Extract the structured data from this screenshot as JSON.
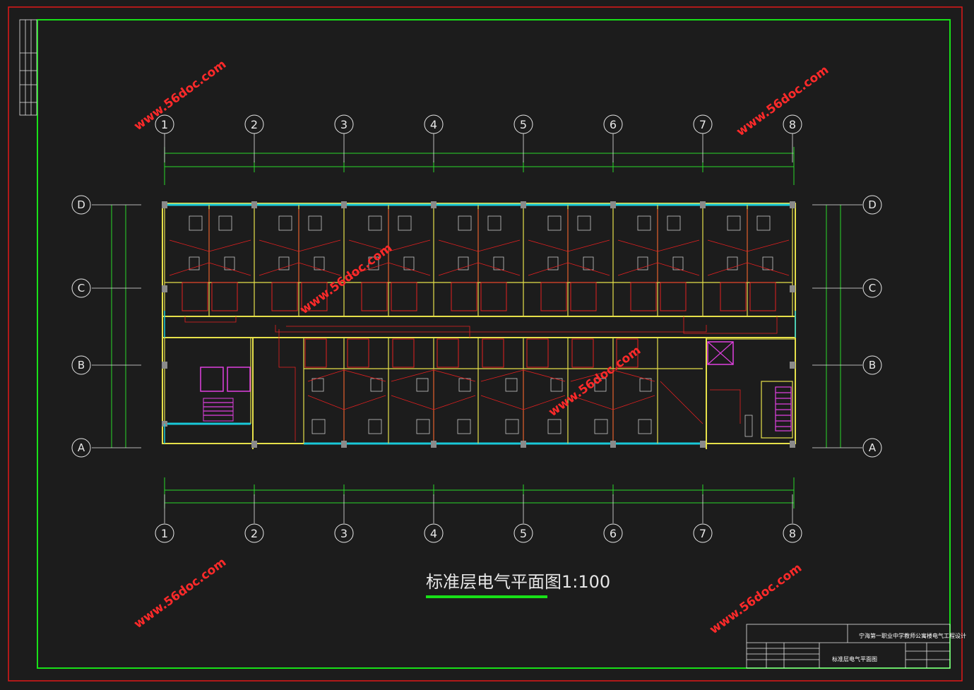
{
  "drawing": {
    "title": "标准层电气平面图1:100",
    "grid_columns": [
      "1",
      "2",
      "3",
      "4",
      "5",
      "6",
      "7",
      "8"
    ],
    "grid_rows": [
      "D",
      "C",
      "B",
      "A"
    ],
    "watermark": "www.56doc.com"
  },
  "title_block": {
    "project": "宁海第一职业中学教师公寓楼电气工程设计",
    "sheet_name": "标准层电气平面图"
  },
  "colors": {
    "background": "#1c1c1c",
    "border_outer": "#e01818",
    "border_inner": "#18e018",
    "wall": "#e6e04a",
    "window": "#19c9d9",
    "wiring": "#e52020",
    "dimension": "#2ad82a",
    "grid_bubble": "#e6e6e6",
    "stair": "#e040e0"
  }
}
